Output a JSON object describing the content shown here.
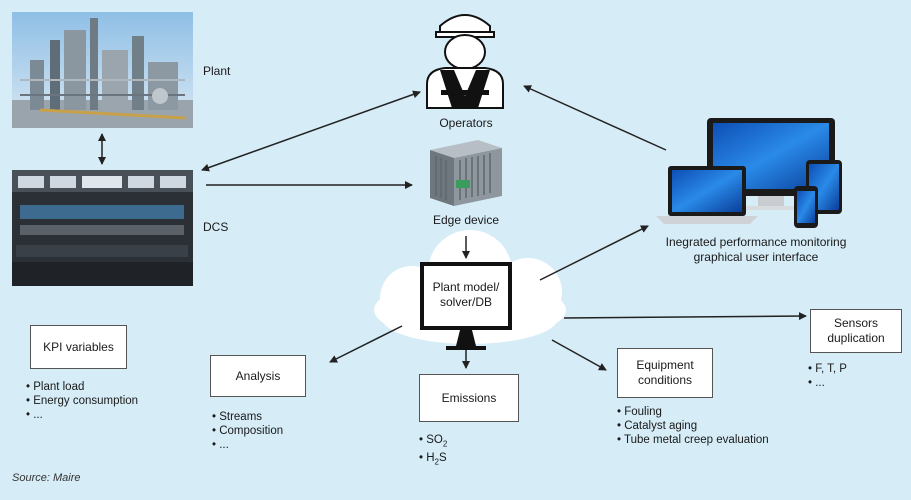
{
  "labels": {
    "plant": "Plant",
    "dcs": "DCS",
    "operators": "Operators",
    "edge_device": "Edge device",
    "ui_line1": "Inegrated performance monitoring",
    "ui_line2": "graphical user interface",
    "model_line1": "Plant model/",
    "model_line2": "solver/DB"
  },
  "boxes": {
    "kpi": "KPI variables",
    "analysis": "Analysis",
    "emissions": "Emissions",
    "equipment_line1": "Equipment",
    "equipment_line2": "conditions",
    "sensors_line1": "Sensors",
    "sensors_line2": "duplication"
  },
  "lists": {
    "kpi": [
      "• Plant load",
      "• Energy consumption",
      "• ..."
    ],
    "analysis": [
      "• Streams",
      "• Composition",
      "• ..."
    ],
    "emissions": [
      {
        "bullet": "• SO",
        "sub": "2",
        "rest": ""
      },
      {
        "bullet": "• H",
        "sub": "2",
        "rest": "S"
      }
    ],
    "equipment": [
      "• Fouling",
      "• Catalyst aging",
      "• Tube metal creep evaluation"
    ],
    "sensors": [
      "• F, T, P",
      "• ..."
    ]
  },
  "source": "Source: Maire",
  "colors": {
    "background": "#d6ecf7",
    "cloud": "#ffffff",
    "monitor": "#111111",
    "screen_blue": "#1a6fd8",
    "arrow": "#222222"
  }
}
